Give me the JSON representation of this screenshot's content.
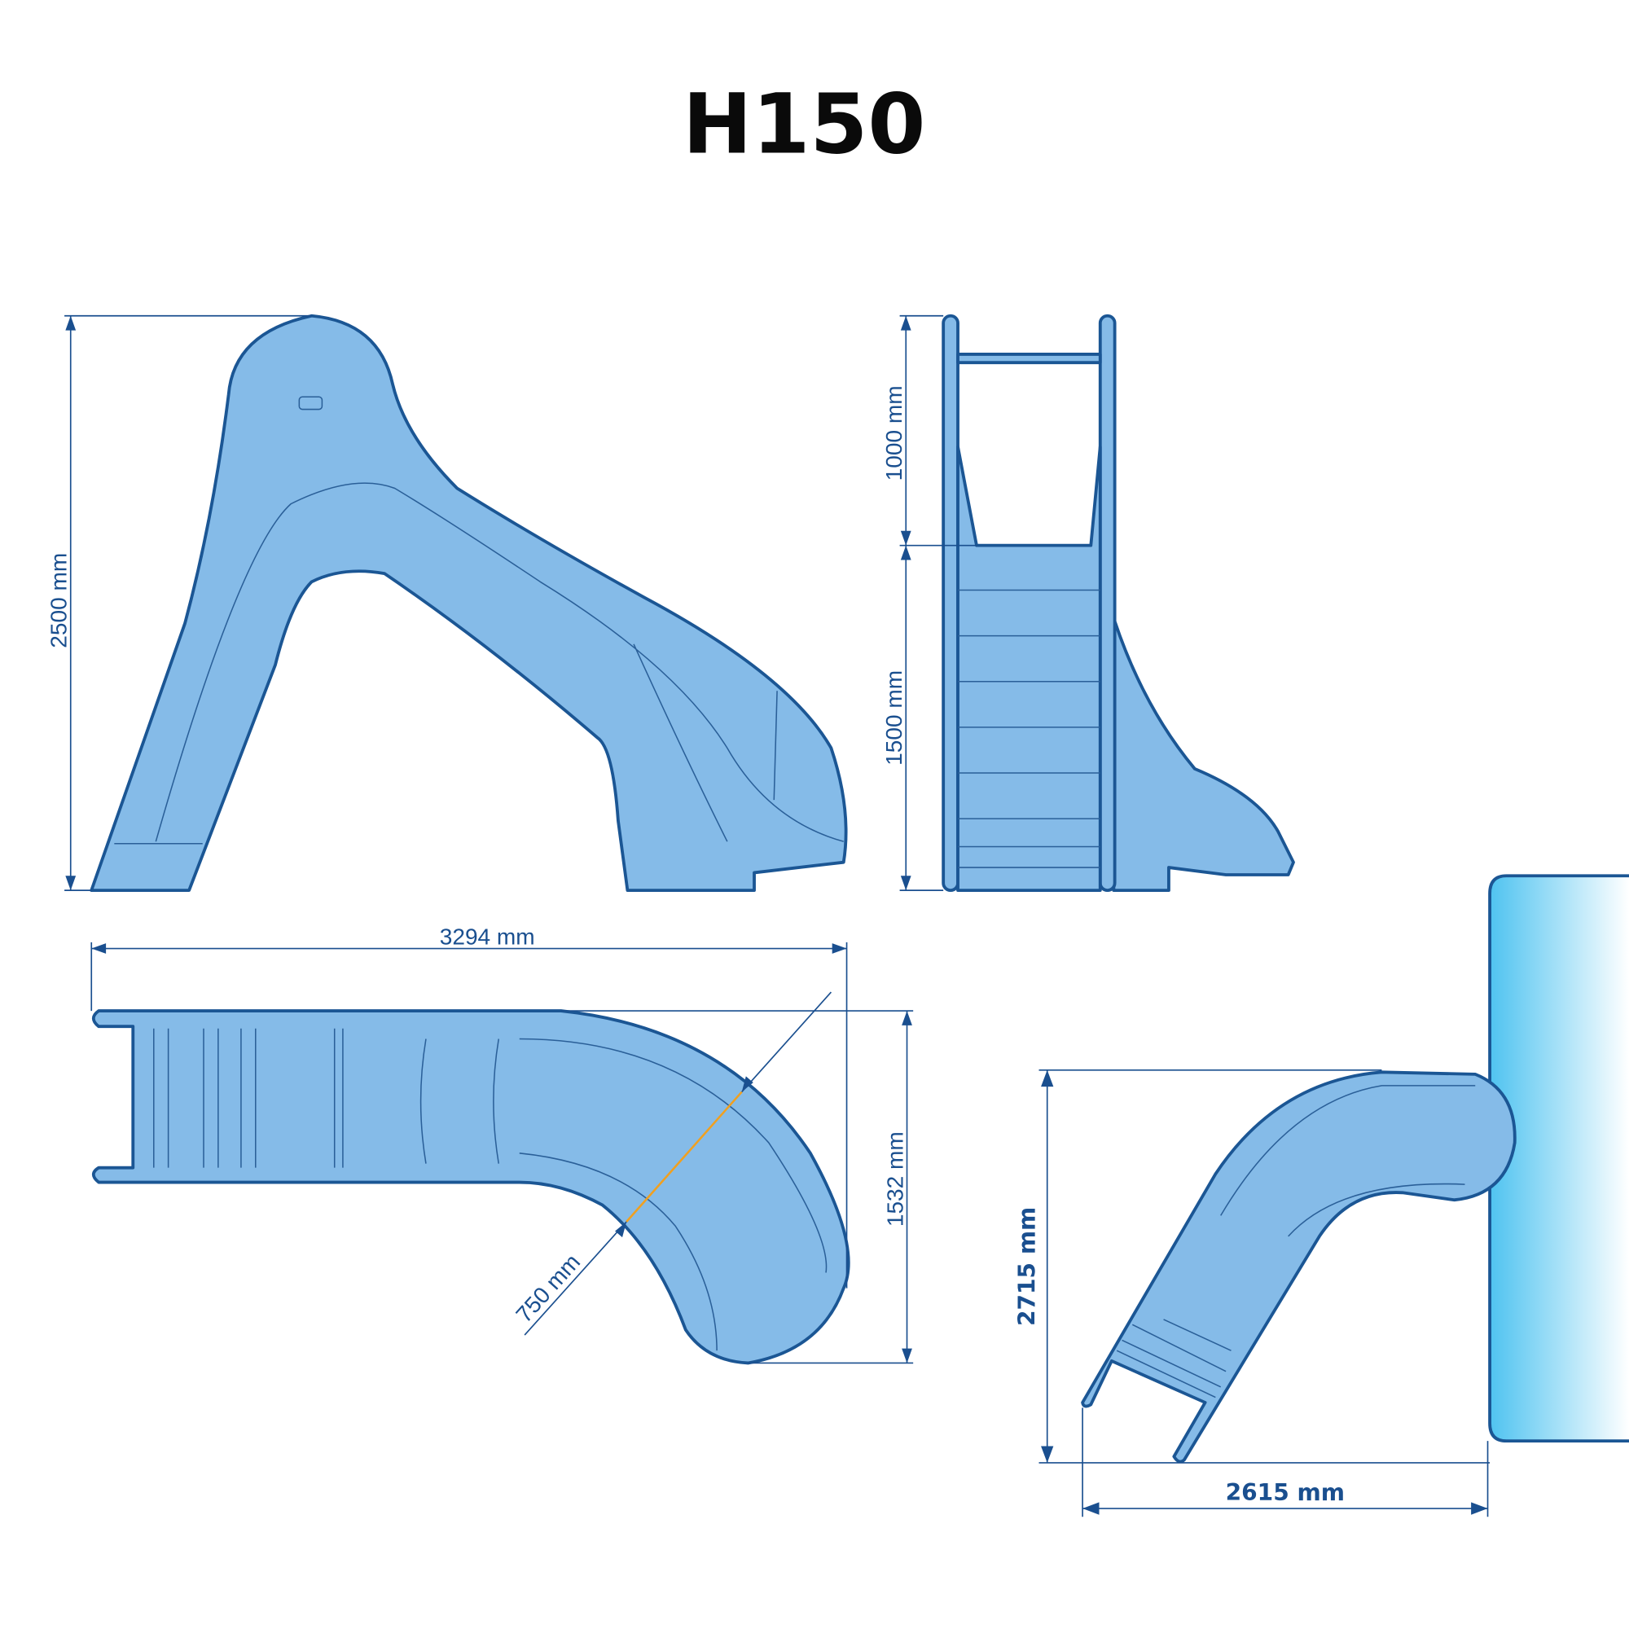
{
  "title": "H150",
  "dimensions": {
    "side_height": "2500 mm",
    "front_upper_height": "1000 mm",
    "front_lower_height": "1500 mm",
    "top_length": "3294 mm",
    "top_width": "1532 mm",
    "chute_width": "750 mm",
    "install_height": "2715 mm",
    "install_length": "2615 mm"
  },
  "colors": {
    "slide_fill": "#85bbe8",
    "outline": "#1b5694",
    "dimension": "#1a4f8f",
    "highlight": "#f0a020",
    "pool": "#4fc3f0"
  }
}
